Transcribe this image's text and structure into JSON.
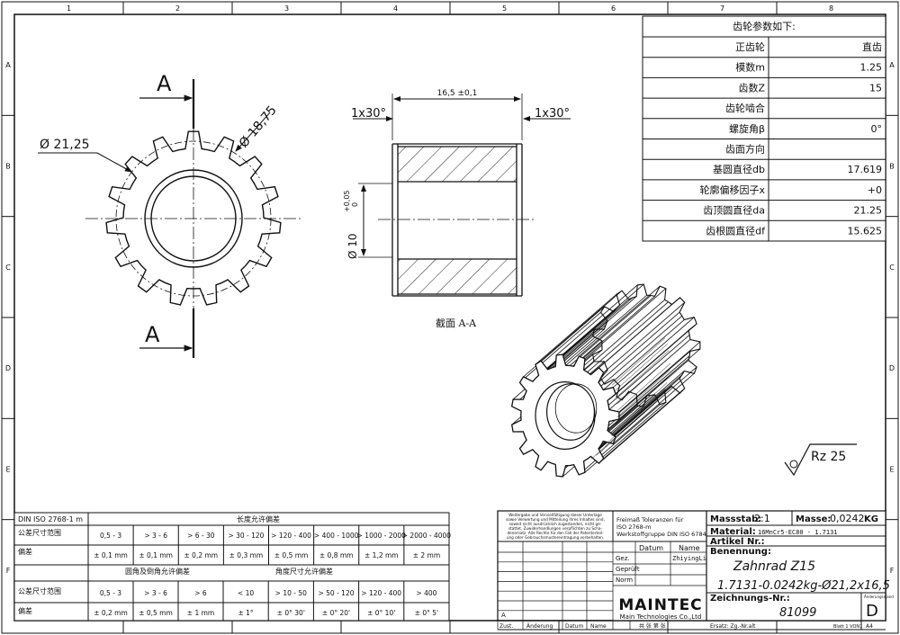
{
  "zones": {
    "top": [
      "1",
      "2",
      "3",
      "4",
      "5",
      "6",
      "7",
      "8"
    ],
    "side": [
      "A",
      "B",
      "C",
      "D",
      "E",
      "F"
    ]
  },
  "gear_table": {
    "title": "齿轮参数如下:",
    "rows": [
      {
        "label": "正齿轮",
        "value": "直齿"
      },
      {
        "label": "模数m",
        "value": "1.25"
      },
      {
        "label": "齿数Z",
        "value": "15"
      },
      {
        "label": "齿轮啮合",
        "value": ""
      },
      {
        "label": "螺旋角β",
        "value": "0°"
      },
      {
        "label": "齿面方向",
        "value": ""
      },
      {
        "label": "基圆直径db",
        "value": "17.619"
      },
      {
        "label": "轮廓偏移因子x",
        "value": "+0"
      },
      {
        "label": "齿顶圆直径da",
        "value": "21.25"
      },
      {
        "label": "齿根圆直径df",
        "value": "15.625"
      }
    ]
  },
  "front_view": {
    "section_label": "A",
    "dia_outer": "Ø 21,25",
    "dia_pitch": "Ø 18,75"
  },
  "section_view": {
    "chamfer_left": "1x30°",
    "chamfer_right": "1x30°",
    "length": "16,5 ±0,1",
    "bore_dia": "Ø 10",
    "bore_tol_top": "+0,05",
    "bore_tol_bottom": "0",
    "caption": "截面 A-A"
  },
  "surface": {
    "roughness": "Rz 25"
  },
  "tolerance_table": {
    "standard": "DIN ISO 2768-1 m",
    "linear_title": "长度允许偏差",
    "row_range_label": "公差尺寸范围",
    "row_dev_label": "偏差",
    "linear_ranges": [
      "0,5 - 3",
      "> 3 - 6",
      "> 6 - 30",
      "> 30 - 120",
      "> 120 - 400",
      "> 400 - 1000",
      "> 1000 - 2000",
      "> 2000 - 4000"
    ],
    "linear_devs": [
      "± 0,1 mm",
      "± 0,1 mm",
      "± 0,2 mm",
      "± 0,3 mm",
      "± 0,5 mm",
      "± 0,8 mm",
      "± 1,2 mm",
      "± 2 mm"
    ],
    "radius_title": "圆角及倒角允许偏差",
    "angle_title": "角度尺寸允许偏差",
    "angle_row_label": "公差尺寸范围",
    "angle_dev_label": "偏差",
    "radius_ranges": [
      "0,5 - 3",
      "> 3 - 6",
      "> 6"
    ],
    "radius_devs": [
      "± 0,2 mm",
      "± 0,5 mm",
      "± 1 mm"
    ],
    "angle_ranges": [
      "< 10",
      "> 10 - 50",
      "> 50 - 120",
      "> 120 - 400",
      "> 400"
    ],
    "angle_devs": [
      "± 1°",
      "± 0° 30'",
      "± 0° 20'",
      "± 0° 10'",
      "± 0° 5'"
    ]
  },
  "title_block": {
    "copyright_lines": [
      "Weitergabe und Vervielfältigung dieser Unterlage",
      "sowie Verwertung und Mitteilung ihres Inhaltes sind,",
      "soweit nicht ausdrücklich zugestanden, nicht ge-",
      "stattet. Zuwiderhandlungen verpflichten zu Scha-",
      "denersatz. Alle Rechte für den Fall der Patenterteil-",
      "ung oder Gebrauchsmustereintragung vorbehalten."
    ],
    "freemass_lines": [
      "Freimaß Toleranzen für",
      "ISO 2768-m",
      "Werkstoffgruppe DIN ISO 6784"
    ],
    "massstab_label": "Massstab:",
    "massstab": "2:1",
    "masse_label": "Masse:",
    "masse": "0,0242",
    "masse_unit": "KG",
    "material_label": "Material:",
    "material": "16MnCr5-EC80 - 1.7131",
    "artikel_label": "Artikel Nr.:",
    "benennung_label": "Benennung:",
    "benennung_1": "Zahnrad Z15",
    "benennung_2": "1.7131-0.0242kg-Ø21,2x16,5",
    "datum_label": "Datum",
    "name_label": "Name",
    "gez_label": "Gez.",
    "gez_name": "ZhiyingLi",
    "gepr_label": "Geprüft",
    "norm_label": "Norm",
    "logo": "MAINTEC",
    "company": "Main Technologies Co.,Ltd",
    "zeichnung_label": "Zeichnungs-Nr.:",
    "zeichnung_nr": "81099",
    "aenderung_label": "Änderungsstand",
    "revision": "D",
    "zust_label": "Zust.",
    "aend_label": "Änderung",
    "datum2_label": "Datum",
    "name2_label": "Name",
    "sheets_label": "共 张 第 张",
    "ersatz_label": "Ersatz: Zg.-Nr.alt",
    "blatt_label": "Blatt 1 VON1",
    "format": "A4",
    "rev_a": "A"
  }
}
